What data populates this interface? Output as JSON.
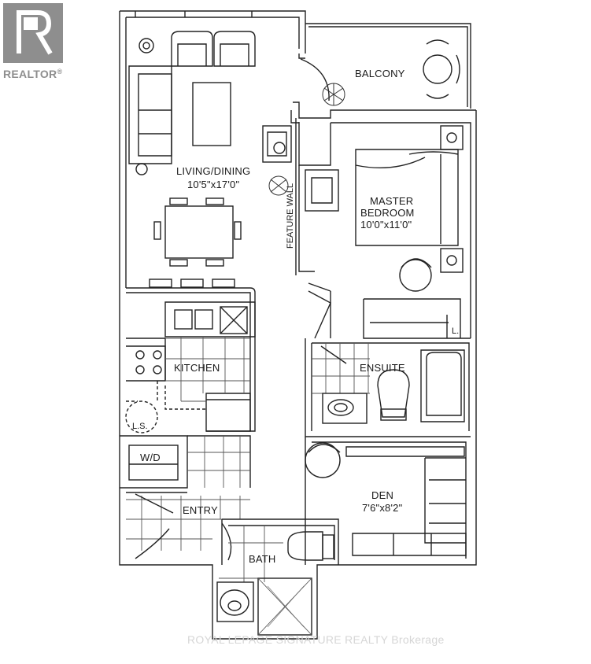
{
  "logo": {
    "text": "REALTOR",
    "mark": "®"
  },
  "watermark": "ROYAL LEPAGE SIGNATURE REALTY Brokerage",
  "rooms": {
    "balcony": {
      "name": "BALCONY"
    },
    "living": {
      "name": "LIVING/DINING",
      "size": "10'5\"x17'0\""
    },
    "feature_wall": "FEATURE WALL",
    "master": {
      "name1": "MASTER",
      "name2": "BEDROOM",
      "size": "10'0\"x11'0\""
    },
    "kitchen": {
      "name": "KITCHEN"
    },
    "ensuite": {
      "name": "ENSUITE"
    },
    "wd": {
      "name": "W/D"
    },
    "entry": {
      "name": "ENTRY"
    },
    "den": {
      "name": "DEN",
      "size": "7'6\"x8'2\""
    },
    "bath": {
      "name": "BATH"
    },
    "ls": "L.S.",
    "linen": "L."
  }
}
